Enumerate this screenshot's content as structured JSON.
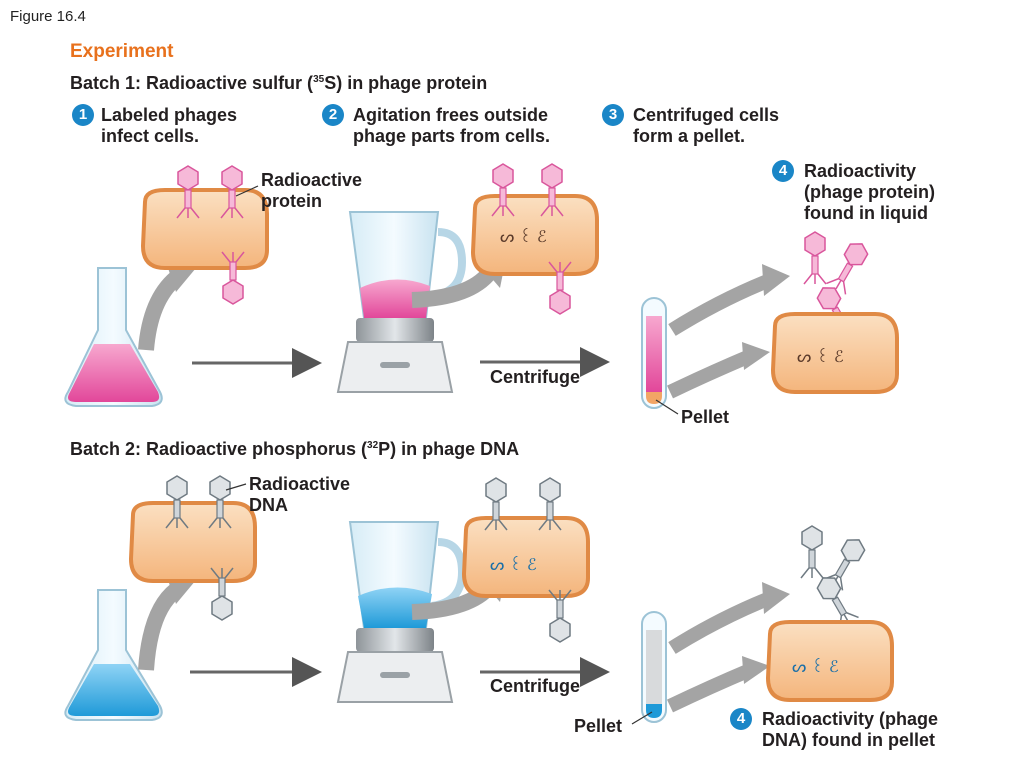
{
  "figure_label": "Figure 16.4",
  "experiment_title": "Experiment",
  "batch1": {
    "title_prefix": "Batch 1: Radioactive sulfur (",
    "isotope_mass": "35",
    "title_suffix": "S) in phage protein",
    "label_color": "#e2479a",
    "steps": [
      {
        "number": "1",
        "text": "Labeled phages\ninfect cells."
      },
      {
        "number": "2",
        "text": "Agitation frees outside\nphage parts from cells."
      },
      {
        "number": "3",
        "text": "Centrifuged cells\nform a pellet."
      },
      {
        "number": "4",
        "text": "Radioactivity\n(phage protein)\nfound in liquid"
      }
    ],
    "callout": "Radioactive\nprotein",
    "centrifuge_label": "Centrifuge",
    "pellet_label": "Pellet"
  },
  "batch2": {
    "title_prefix": "Batch 2: Radioactive phosphorus (",
    "isotope_mass": "32",
    "title_suffix": "P) in phage DNA",
    "label_color": "#29a3e0",
    "callout": "Radioactive\nDNA",
    "centrifuge_label": "Centrifuge",
    "pellet_label": "Pellet",
    "result_number": "4",
    "result_text": "Radioactivity (phage\nDNA) found in pellet"
  },
  "colors": {
    "accent_orange": "#e8711d",
    "badge_blue": "#1a86c7",
    "cell_fill": "#f8c89a",
    "cell_edge": "#e08a45",
    "arrow_gray": "#9a9a9a"
  }
}
